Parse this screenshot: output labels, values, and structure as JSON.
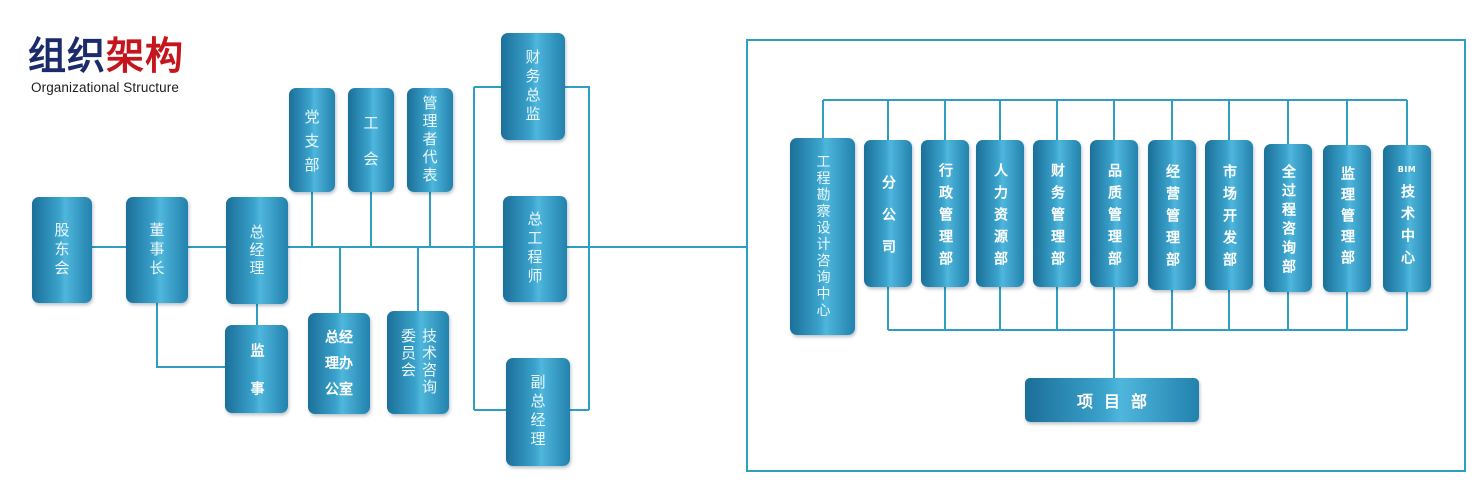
{
  "title": {
    "part1": "组织",
    "part2": "架构",
    "subtitle": "Organizational Structure"
  },
  "colors": {
    "title_dark": "#1b2a6b",
    "title_red": "#c4161c",
    "line": "#2e9fc2",
    "box_edge": "#1b6f98",
    "box_mid": "#3aa2cb",
    "box_light": "#4fb6dc"
  },
  "left_nodes": {
    "shareholders": "股东会",
    "chairman": "董事长",
    "general_manager": "总经理",
    "supervisor": "监事",
    "party_branch": "党支部",
    "union": "工会",
    "management_rep": "管理者代表",
    "gm_office": "总经理办公室",
    "tech_committee": "技术咨询委员会",
    "finance_director": "财务总监",
    "chief_engineer": "总工程师",
    "deputy_gm": "副总经理"
  },
  "departments": [
    {
      "label": "工程勘察设计咨询中心"
    },
    {
      "label": "分公司"
    },
    {
      "label": "行政管理部"
    },
    {
      "label": "人力资源部"
    },
    {
      "label": "财务管理部"
    },
    {
      "label": "品质管理部"
    },
    {
      "label": "经营管理部"
    },
    {
      "label": "市场开发部"
    },
    {
      "label": "全过程咨询部"
    },
    {
      "label": "监理管理部"
    },
    {
      "prefix": "BIM",
      "label": "技术中心"
    }
  ],
  "project_dept": "项目部"
}
